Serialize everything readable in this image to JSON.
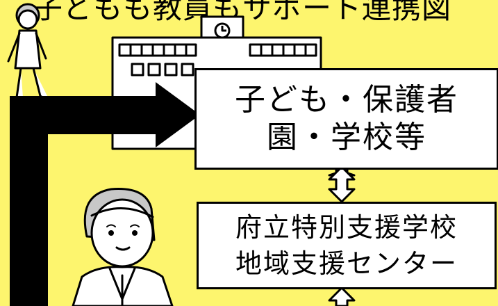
{
  "headline": "子どもも教員もサポート連携図",
  "box_top": {
    "line1": "子ども・保護者",
    "line2": "園・学校等"
  },
  "box_bottom": {
    "line1": "府立特別支援学校",
    "line2": "地域支援センター"
  },
  "colors": {
    "background": "#FDF56E",
    "box_fill": "#FFFFFF",
    "stroke": "#000000"
  },
  "icons": [
    "walking-child-icon",
    "school-building-icon",
    "teacher-icon",
    "arrow-right-icon",
    "double-arrow-icon"
  ]
}
